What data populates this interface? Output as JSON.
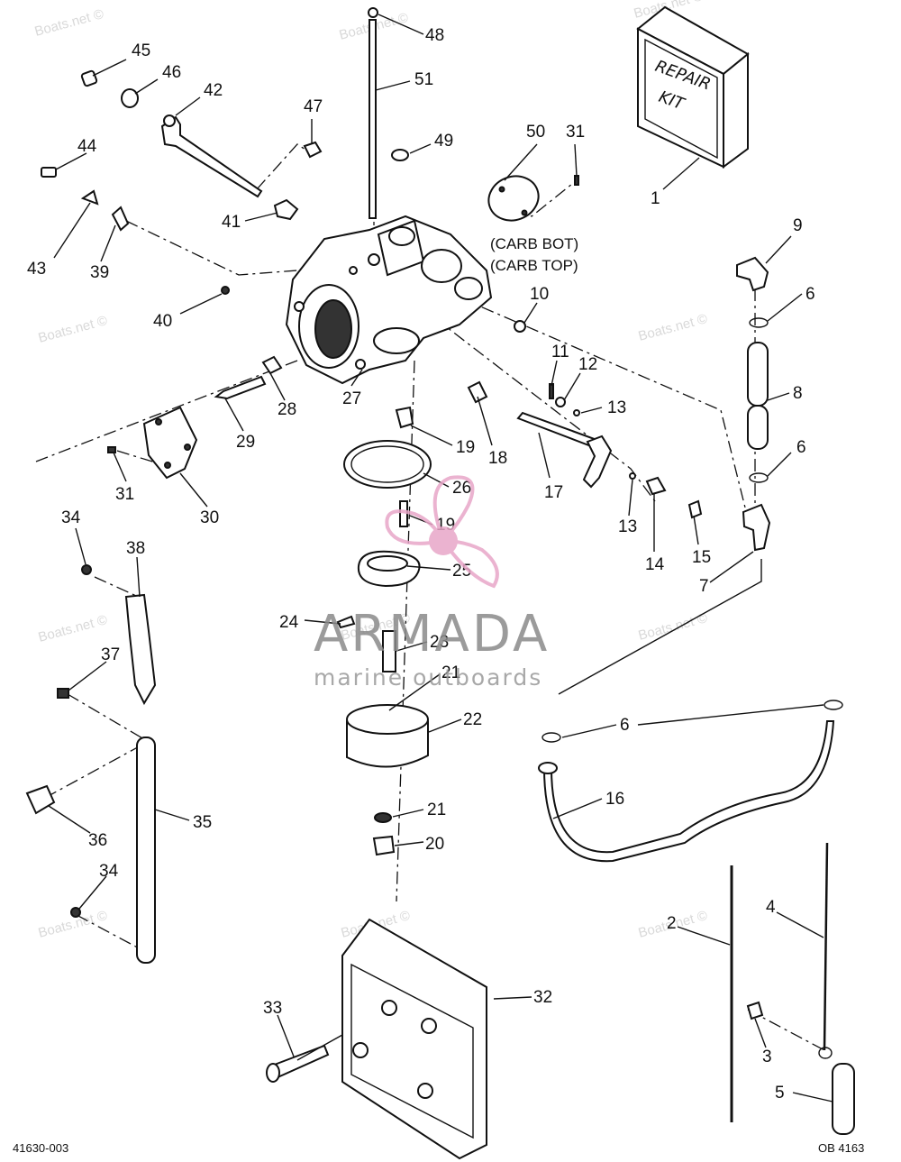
{
  "drawing_number": "41630-003",
  "ob_number": "OB 4163",
  "brand": {
    "name": "ARMADA",
    "tagline": "marine outboards",
    "accent": "#e8a6c8"
  },
  "watermark": "Boats.net ©",
  "repair_kit": {
    "line1": "REPAIR",
    "line2": "KIT"
  },
  "notes": {
    "carb_bot": "(CARB BOT)",
    "carb_top": "(CARB TOP)"
  },
  "callouts": [
    "48",
    "51",
    "45",
    "46",
    "42",
    "47",
    "49",
    "50",
    "31",
    "44",
    "41",
    "43",
    "39",
    "40",
    "9",
    "6",
    "10",
    "8",
    "11",
    "12",
    "13",
    "28",
    "29",
    "27",
    "19",
    "18",
    "17",
    "31",
    "30",
    "26",
    "6",
    "15",
    "34",
    "38",
    "19",
    "13",
    "14",
    "25",
    "7",
    "24",
    "23",
    "37",
    "21",
    "22",
    "6",
    "16",
    "36",
    "35",
    "21",
    "20",
    "34",
    "2",
    "4",
    "33",
    "32",
    "3",
    "5",
    "1"
  ]
}
